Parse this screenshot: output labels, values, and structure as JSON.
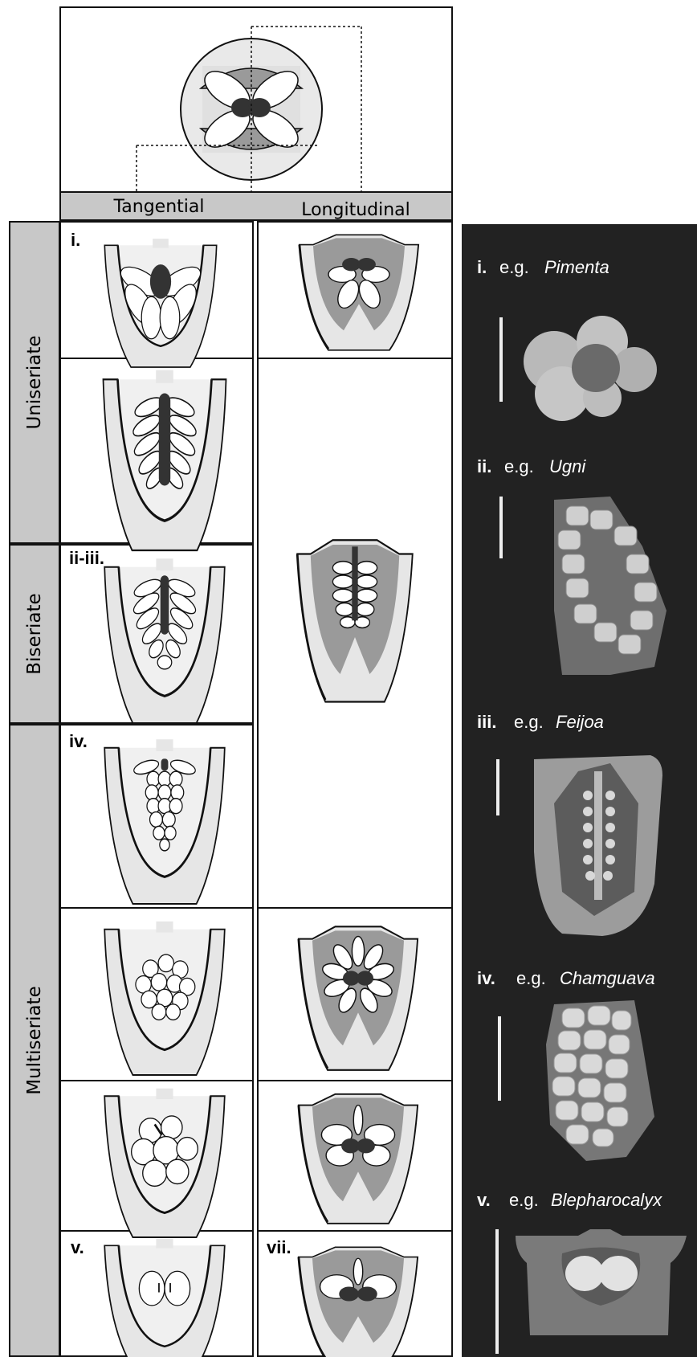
{
  "header": {
    "columns": [
      "Tangential",
      "Longitudinal"
    ]
  },
  "row_groups": [
    {
      "label": "Uniseriate"
    },
    {
      "label": "Biseriate"
    },
    {
      "label": "Multiseriate"
    }
  ],
  "cell_labels": {
    "i": "i.",
    "ii_iii": "ii-iii.",
    "iv": "iv.",
    "v": "v.",
    "vii": "vii."
  },
  "examples": [
    {
      "num": "i.",
      "prefix": "e.g.",
      "genus": "Pimenta"
    },
    {
      "num": "ii.",
      "prefix": "e.g.",
      "genus": "Ugni"
    },
    {
      "num": "iii.",
      "prefix": "e.g.",
      "genus": "Feijoa"
    },
    {
      "num": "iv.",
      "prefix": "e.g.",
      "genus": "Chamguava"
    },
    {
      "num": "v.",
      "prefix": "e.g.",
      "genus": "Blepharocalyx"
    }
  ],
  "colors": {
    "placenta": "#3a3a3a",
    "locule": "#9a9a9a",
    "ovary_wall": "#e6e6e6",
    "header_bar": "#c8c8c8",
    "photo_panel": "#222222"
  }
}
